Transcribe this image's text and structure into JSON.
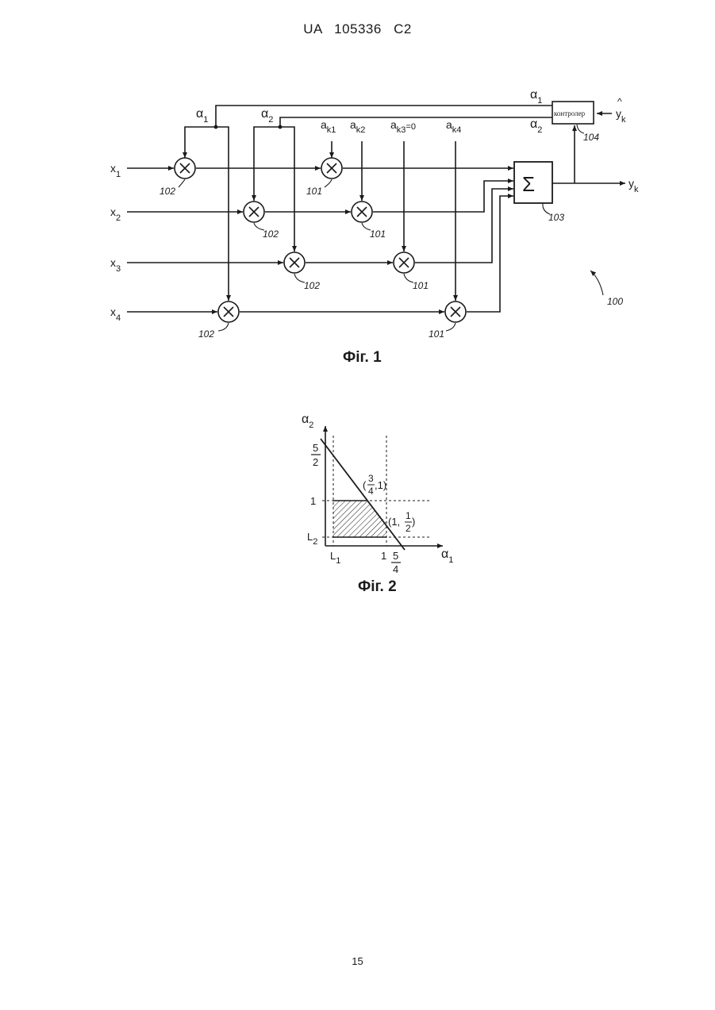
{
  "header": {
    "country": "UA",
    "number": "105336",
    "kind": "C2"
  },
  "fig1": {
    "caption": "Фіг. 1",
    "controller_label": "контролер",
    "sum_symbol": "Σ",
    "inputs": [
      {
        "base": "x",
        "sub": "1"
      },
      {
        "base": "x",
        "sub": "2"
      },
      {
        "base": "x",
        "sub": "3"
      },
      {
        "base": "x",
        "sub": "4"
      }
    ],
    "coefficients": [
      {
        "base": "a",
        "sub": "k1"
      },
      {
        "base": "a",
        "sub": "k2"
      },
      {
        "base": "a",
        "sub": "k3",
        "suffix": "=0"
      },
      {
        "base": "a",
        "sub": "k4"
      }
    ],
    "alpha": [
      {
        "base": "α",
        "sub": "1"
      },
      {
        "base": "α",
        "sub": "2"
      }
    ],
    "output": {
      "base": "y",
      "sub": "k"
    },
    "reference": {
      "base": "y",
      "sub": "k",
      "hat": "^"
    },
    "refs": {
      "r100": "100",
      "r101": "101",
      "r102": "102",
      "r103": "103",
      "r104": "104"
    }
  },
  "fig2": {
    "caption": "Фіг. 2",
    "y_axis_label": {
      "base": "α",
      "sub": "2"
    },
    "x_axis_label": {
      "base": "α",
      "sub": "1"
    },
    "y_ticks": {
      "five": "5",
      "two": "2",
      "one": "1",
      "L2": "L",
      "L2sub": "2"
    },
    "x_ticks": {
      "L1": "L",
      "L1sub": "1",
      "one": "1",
      "five": "5",
      "four": "4"
    },
    "point_a": {
      "open": "(",
      "num": "3",
      "den": "4",
      "rest": ",1)"
    },
    "point_b": {
      "open": "(1,",
      "num": "1",
      "den": "2",
      "close": ")"
    }
  },
  "page_number": "15"
}
